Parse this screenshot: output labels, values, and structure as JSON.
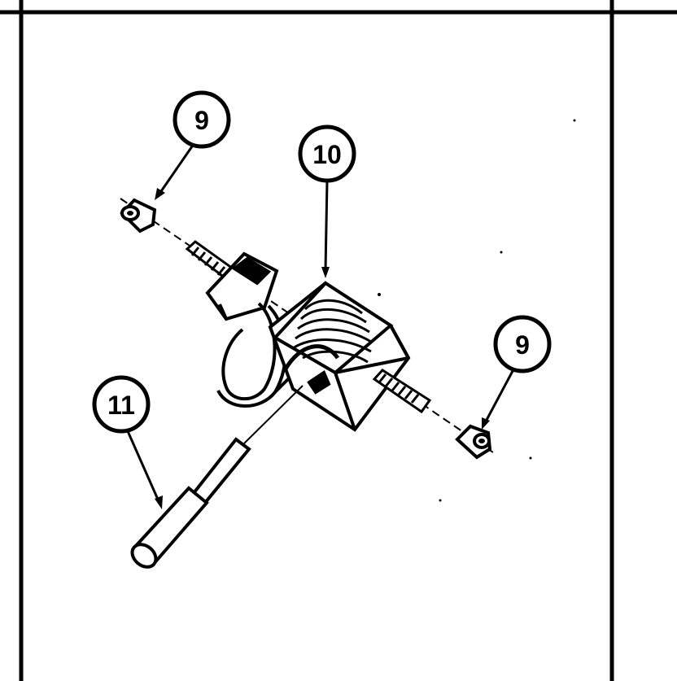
{
  "callouts": {
    "top_left": "9",
    "center": "10",
    "right": "9",
    "lower_left": "11"
  },
  "colors": {
    "ink": "#000000",
    "paper": "#ffffff"
  }
}
